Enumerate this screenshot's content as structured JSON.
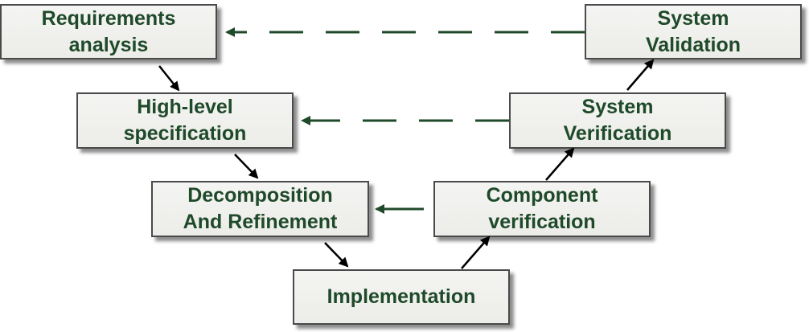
{
  "colors": {
    "text": "#1f4a2a",
    "box_border": "#4a4a4a",
    "box_fill": "#efefec",
    "trace_arrow": "#1f4a2a",
    "flow_arrow": "#000000"
  },
  "boxes": {
    "requirements_analysis": "Requirements\nanalysis",
    "high_level_specification": "High-level\nspecification",
    "decomposition_refinement": "Decomposition\nAnd Refinement",
    "implementation": "Implementation",
    "component_verification": "Component\nverification",
    "system_verification": "System\nVerification",
    "system_validation": "System\nValidation"
  }
}
